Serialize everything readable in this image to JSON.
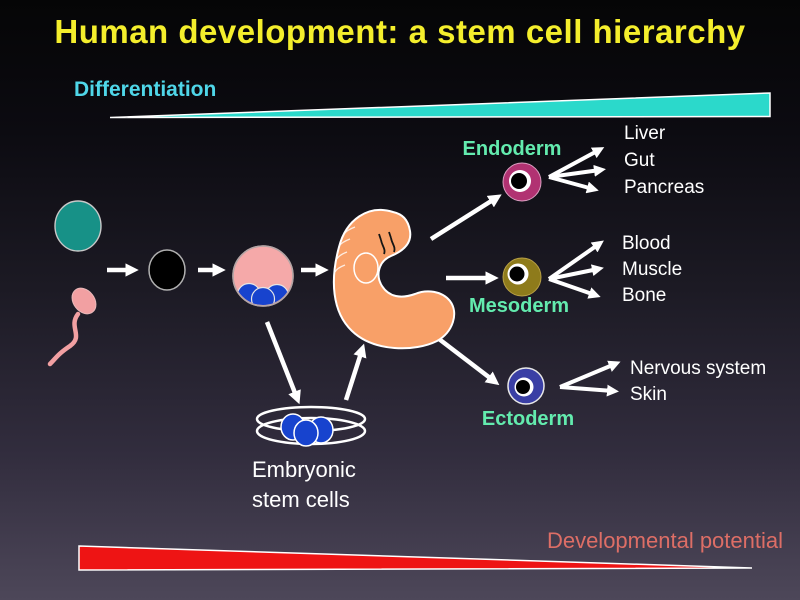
{
  "title": "Human development: a stem cell hierarchy",
  "labels": {
    "differentiation": "Differentiation",
    "developmental_potential": "Developmental potential",
    "stem_cells_line1": "Embryonic",
    "stem_cells_line2": "stem cells"
  },
  "germ_layers": [
    {
      "name": "Endoderm",
      "derivatives": [
        "Liver",
        "Gut",
        "Pancreas"
      ]
    },
    {
      "name": "Mesoderm",
      "derivatives": [
        "Blood",
        "Muscle",
        "Bone"
      ]
    },
    {
      "name": "Ectoderm",
      "derivatives": [
        "Nervous system",
        "Skin"
      ]
    }
  ],
  "stages": [
    "egg-cell",
    "sperm",
    "zygote",
    "blastocyst",
    "embryo",
    "embryonic-stem-cells-dish"
  ],
  "colors": {
    "title": "#F4EE2C",
    "differentiation_label": "#4FD6E8",
    "differentiation_wedge": "#2BD9CB",
    "potential_label": "#DD6E66",
    "potential_wedge": "#EE1414",
    "germ_label": "#63EBAE",
    "egg": "#179187",
    "sperm": "#F2A0A2",
    "zygote": "#000000",
    "blastocyst": "#F5A9A9",
    "inner_cell_blue": "#1743CE",
    "embryo": "#F8A068",
    "endoderm_cell": "#B13272",
    "mesoderm_cell": "#8E7B1B",
    "ectoderm_cell": "#3A3FA5",
    "background_top": "#050506",
    "background_bottom": "#4D4759"
  }
}
